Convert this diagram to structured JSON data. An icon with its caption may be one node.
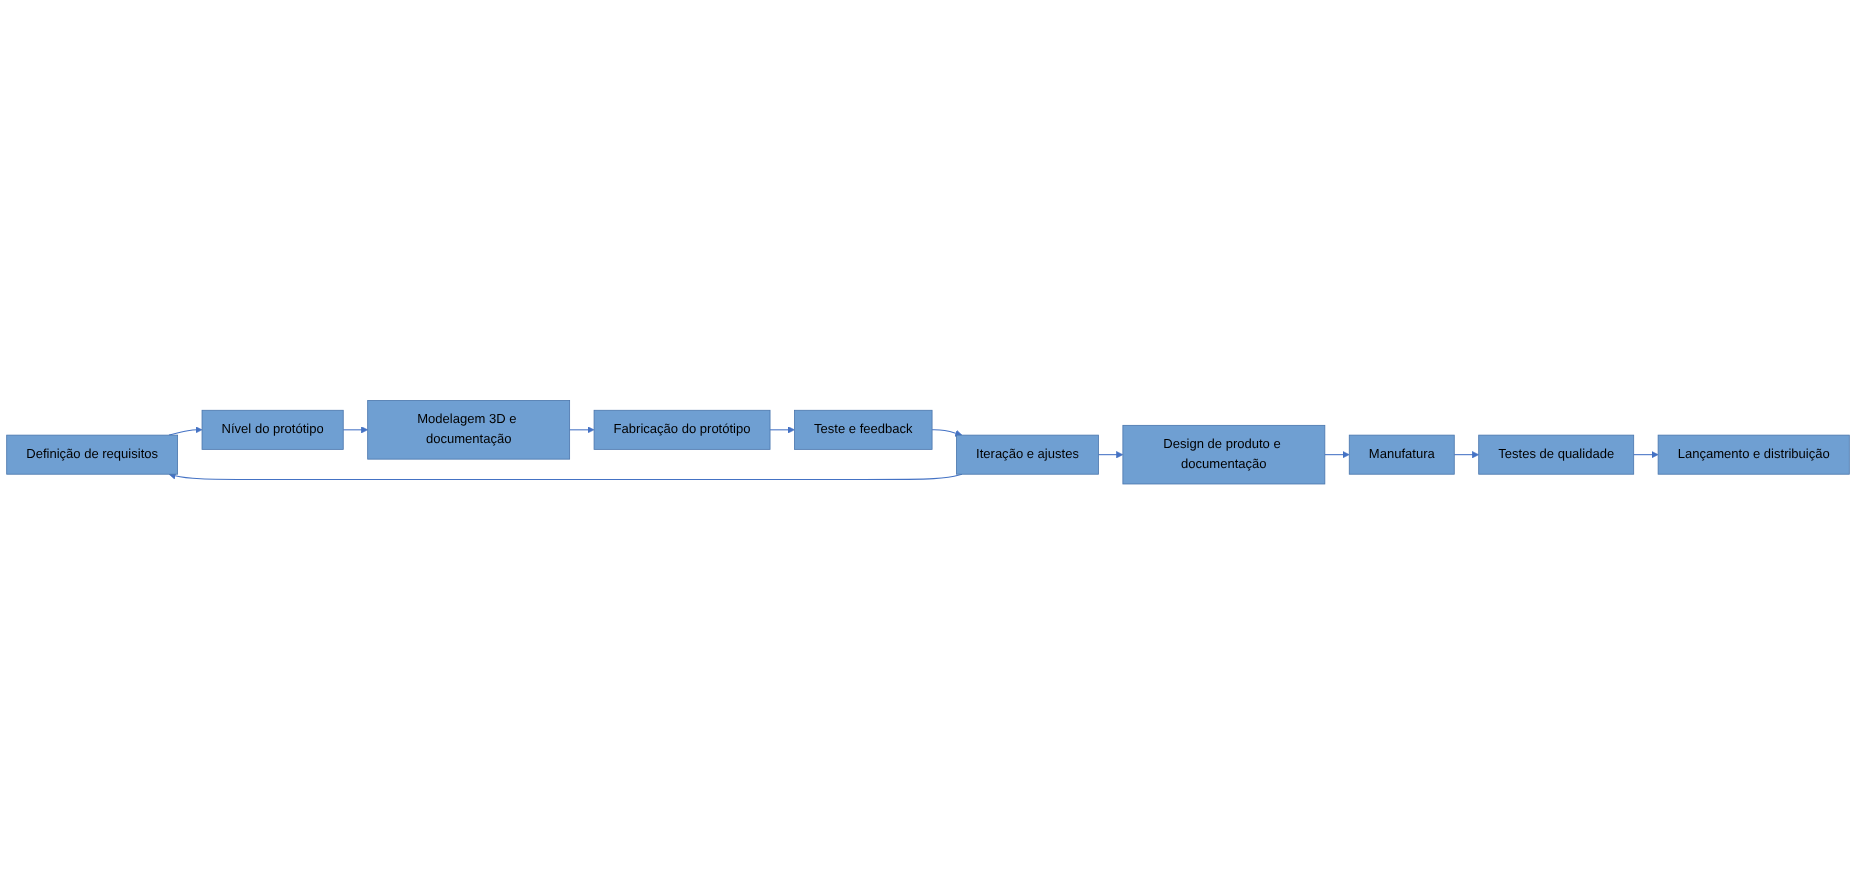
{
  "diagram": {
    "nodes": [
      {
        "text": [
          "Definição de requisitos"
        ]
      },
      {
        "text": [
          "Nível do protótipo"
        ]
      },
      {
        "text": [
          "Modelagem 3D e documentação"
        ]
      },
      {
        "text": [
          "Fabricação do protótipo"
        ]
      },
      {
        "text": [
          "Teste e feedback"
        ]
      },
      {
        "text": [
          "Iteração e ajustes"
        ]
      },
      {
        "text": [
          "Design de produto e documentação"
        ]
      },
      {
        "text": [
          "Manufatura"
        ]
      },
      {
        "text": [
          "Testes de qualidade"
        ]
      },
      {
        "text": [
          "Lançamento e distribuição"
        ]
      }
    ],
    "edges": [
      {
        "from": 0,
        "to": 1,
        "arrow": "to"
      },
      {
        "from": 1,
        "to": 2,
        "arrow": "to"
      },
      {
        "from": 2,
        "to": 3,
        "arrow": "to"
      },
      {
        "from": 3,
        "to": 4,
        "arrow": "to"
      },
      {
        "from": 4,
        "to": 5,
        "arrow": "to"
      },
      {
        "from": 5,
        "to": 6,
        "arrow": "to"
      },
      {
        "from": 6,
        "to": 7,
        "arrow": "to"
      },
      {
        "from": 7,
        "to": 8,
        "arrow": "to"
      },
      {
        "from": 8,
        "to": 9,
        "arrow": "to"
      },
      {
        "from": 5,
        "to": 0,
        "arrow": "to"
      }
    ]
  }
}
